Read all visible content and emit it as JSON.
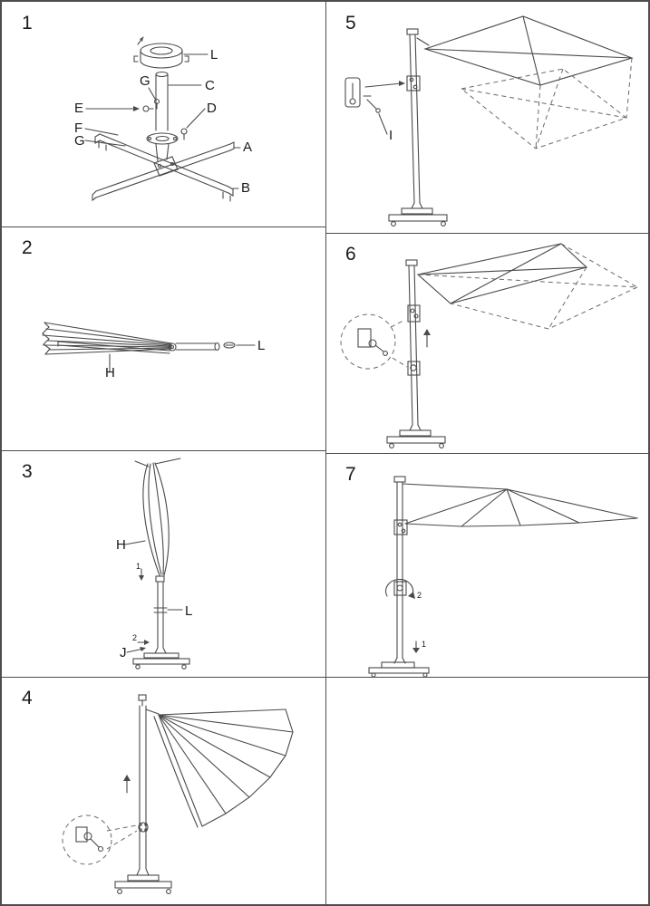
{
  "panels": {
    "p1": {
      "number": "1",
      "labels": {
        "L": "L",
        "C": "C",
        "G_top": "G",
        "E": "E",
        "F": "F",
        "G_left": "G",
        "D": "D",
        "A": "A",
        "B": "B"
      }
    },
    "p2": {
      "number": "2",
      "labels": {
        "H": "H",
        "L": "L"
      }
    },
    "p3": {
      "number": "3",
      "labels": {
        "H": "H",
        "L": "L",
        "J": "J",
        "step1": "1",
        "step2": "2"
      }
    },
    "p4": {
      "number": "4"
    },
    "p5": {
      "number": "5",
      "labels": {
        "I": "I"
      }
    },
    "p6": {
      "number": "6"
    },
    "p7": {
      "number": "7",
      "labels": {
        "step1": "1",
        "step2": "2"
      }
    }
  }
}
